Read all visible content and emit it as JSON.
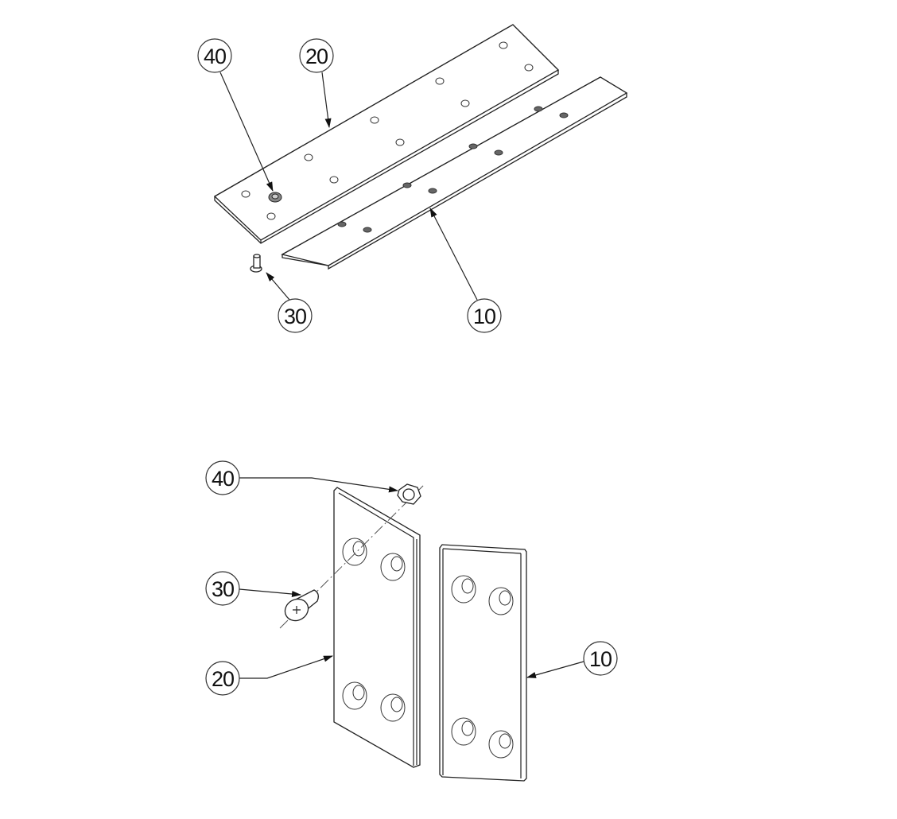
{
  "diagram": {
    "top_view": {
      "balloons": [
        {
          "id": "b40",
          "label": "40"
        },
        {
          "id": "b20",
          "label": "20"
        },
        {
          "id": "b30",
          "label": "30"
        },
        {
          "id": "b10",
          "label": "10"
        }
      ]
    },
    "bottom_view": {
      "balloons": [
        {
          "id": "b40",
          "label": "40"
        },
        {
          "id": "b30",
          "label": "30"
        },
        {
          "id": "b20",
          "label": "20"
        },
        {
          "id": "b10",
          "label": "10"
        }
      ]
    }
  }
}
